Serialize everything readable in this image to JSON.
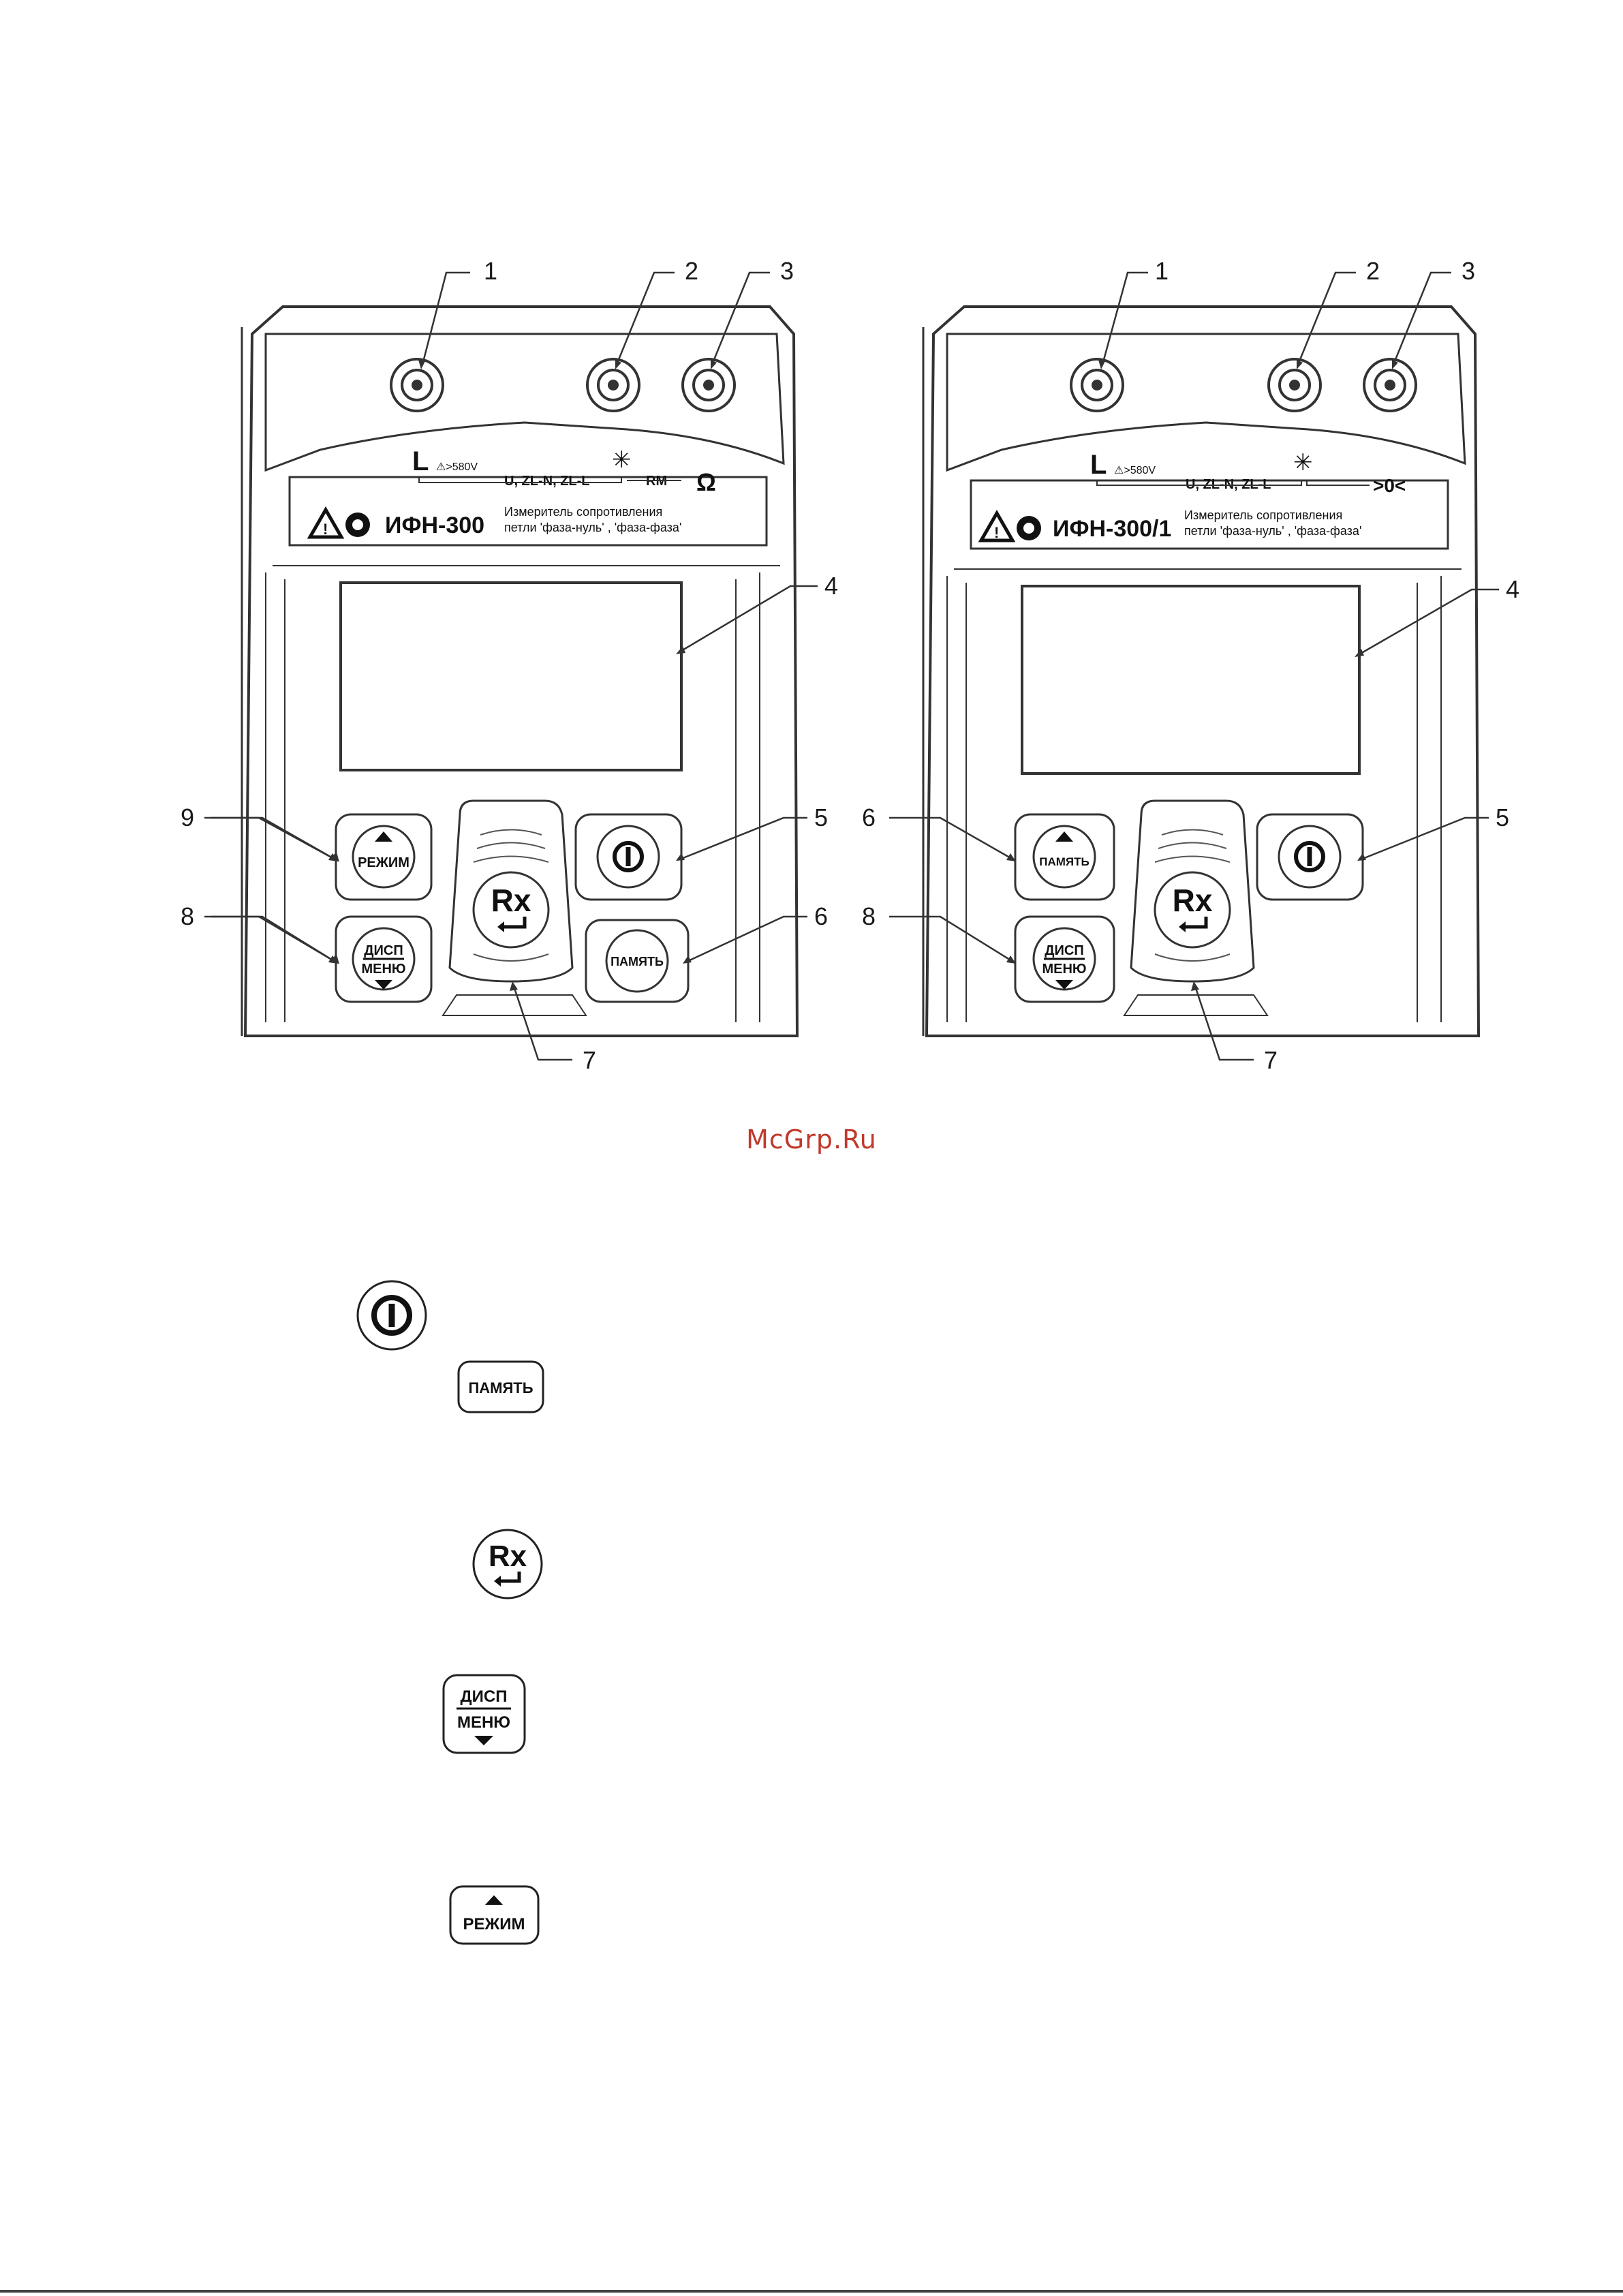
{
  "left_device": {
    "model": "ИФН-300",
    "desc_line1": "Измеритель сопротивления",
    "desc_line2": "петли 'фаза-нуль' , 'фаза-фаза'",
    "sym_L": "L",
    "voltage": "⚠>580V",
    "terminals_label": "U, ZL-N, ZL-L",
    "rm_label": "RM",
    "omega_label": "Ω",
    "star": "✳",
    "btn_mode": "РЕЖИМ",
    "btn_disp": "ДИСП",
    "btn_menu": "МЕНЮ",
    "btn_memory": "ПАМЯТЬ",
    "btn_rx": "Rx",
    "callouts": [
      "1",
      "2",
      "3",
      "4",
      "5",
      "6",
      "7",
      "8",
      "9"
    ]
  },
  "right_device": {
    "model": "ИФН-300/1",
    "desc_line1": "Измеритель сопротивления",
    "desc_line2": "петли 'фаза-нуль' , 'фаза-фаза'",
    "sym_L": "L",
    "voltage": "⚠>580V",
    "terminals_label": "U, ZL-N, ZL-L",
    "continuity_label": ">0<",
    "star": "✳",
    "btn_memory": "ПАМЯТЬ",
    "btn_disp": "ДИСП",
    "btn_menu": "МЕНЮ",
    "btn_rx": "Rx",
    "callouts": [
      "1",
      "2",
      "3",
      "4",
      "5",
      "6",
      "7",
      "8"
    ]
  },
  "watermark": "McGrp.Ru",
  "legend_icons": {
    "memory": "ПАМЯТЬ",
    "rx": "Rx",
    "disp": "ДИСП",
    "menu": "МЕНЮ",
    "mode": "РЕЖИМ"
  }
}
